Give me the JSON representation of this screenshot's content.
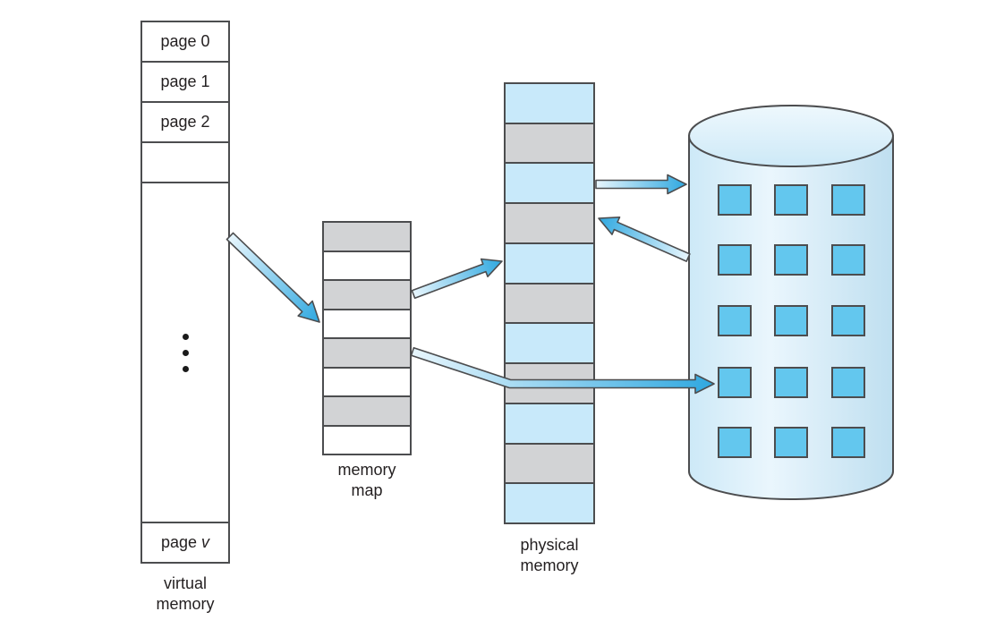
{
  "colors": {
    "background": "#ffffff",
    "text": "#231f20",
    "outline": "#4c4d4f",
    "shaded_gray": "#d2d3d5",
    "light_blue": "#c8e9fa",
    "white": "#ffffff",
    "dot_black": "#1a1a1a",
    "arrow_head_blue": "#2fa8e0",
    "arrow_tail_blue": "#e8f6fd",
    "disk_square_blue": "#63c7ee",
    "disk_edge_blue": "#cde9f7",
    "disk_center_blue": "#eaf6fd",
    "disk_edge2_blue": "#bfdff0",
    "disk_top_light": "#eef8fd"
  },
  "virtual_memory": {
    "caption_line1": "virtual",
    "caption_line2": "memory",
    "page0": "page 0",
    "page1": "page 1",
    "page2": "page 2",
    "page_v_prefix": "page ",
    "page_v_italic": "v",
    "ellipsis_dots": 3
  },
  "memory_map": {
    "caption_line1": "memory",
    "caption_line2": "map",
    "cells": [
      "shaded",
      "blank",
      "shaded",
      "blank",
      "shaded",
      "blank",
      "shaded",
      "blank"
    ]
  },
  "physical_memory": {
    "caption_line1": "physical",
    "caption_line2": "memory",
    "cells": [
      "blue",
      "shaded",
      "blue",
      "shaded",
      "blue",
      "shaded",
      "blue",
      "shaded",
      "blue",
      "shaded",
      "blue"
    ]
  },
  "disk": {
    "grid_rows": 5,
    "grid_cols": 3
  },
  "arrows": [
    {
      "from": "virtual-memory",
      "to": "memory-map"
    },
    {
      "from": "memory-map",
      "to": "physical-memory"
    },
    {
      "from": "memory-map",
      "to": "disk"
    },
    {
      "from": "physical-memory",
      "to": "disk"
    },
    {
      "from": "disk",
      "to": "physical-memory"
    }
  ]
}
